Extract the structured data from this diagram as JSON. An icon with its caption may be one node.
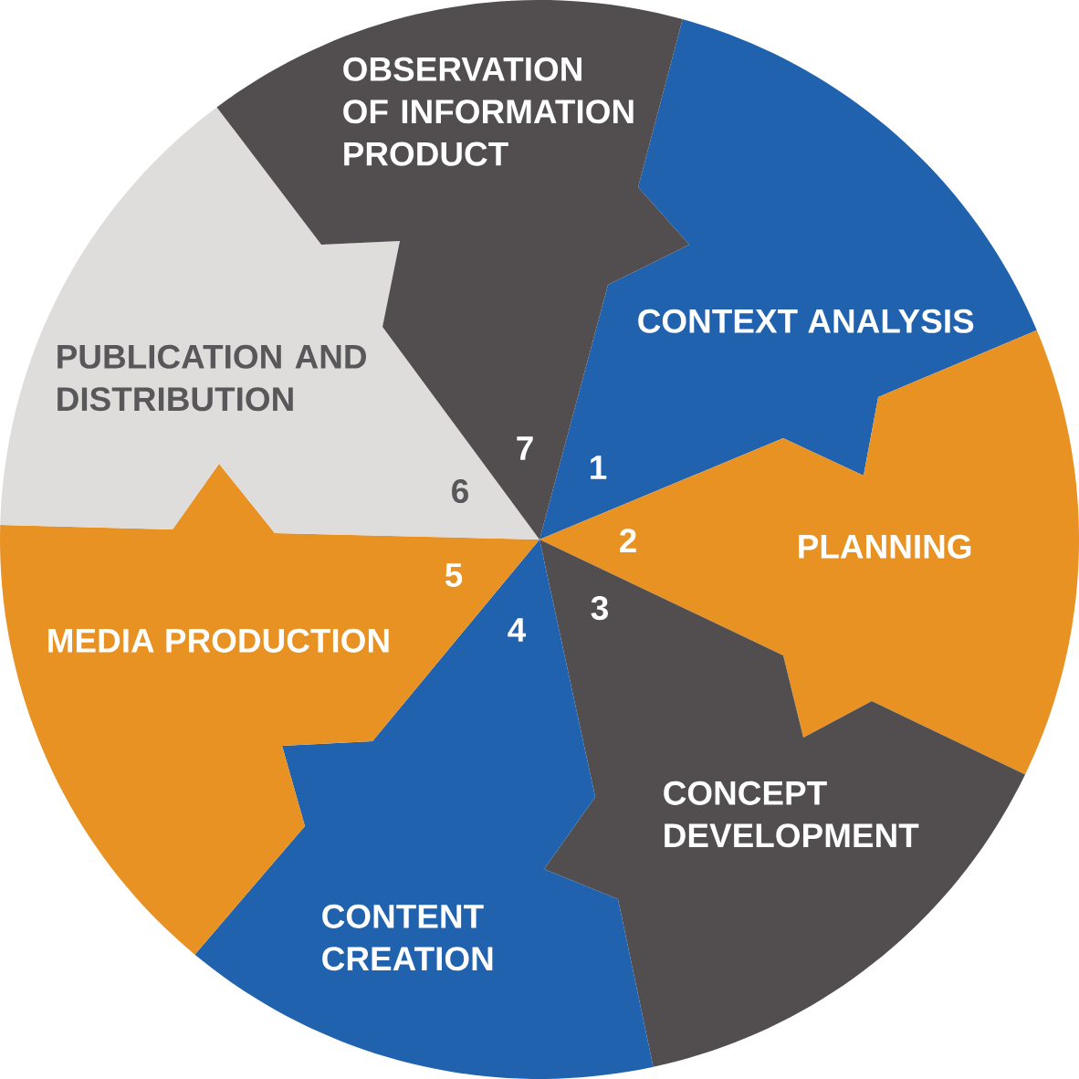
{
  "diagram": {
    "nodes": [
      {
        "text": [
          "CONTEXT ANALYSIS",
          "1"
        ]
      },
      {
        "text": [
          "2",
          "PLANNING"
        ]
      },
      {
        "text": [
          "CONCEPT DEVELOPMENT",
          "3"
        ]
      },
      {
        "text": [
          "CONTENT CREATION",
          "4"
        ]
      },
      {
        "text": [
          "MEDIA PRODUCTION",
          "5"
        ]
      },
      {
        "text": [
          "PUBLICATION AND DISTRIBUTION",
          "6"
        ]
      },
      {
        "text": [
          "OBSERVATION OF INFORMATION PRODUCT",
          "7"
        ]
      }
    ]
  }
}
